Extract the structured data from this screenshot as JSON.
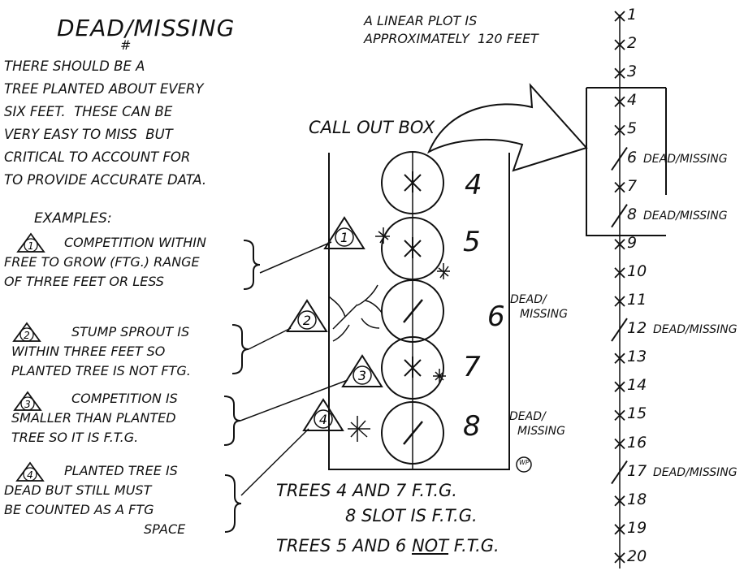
{
  "title": "DEAD/MISSING",
  "title_mark": "#",
  "intro_lines": [
    "THERE SHOULD BE A",
    "TREE PLANTED ABOUT EVERY",
    "SIX FEET.  THESE CAN BE",
    "VERY EASY TO MISS  BUT",
    "CRITICAL TO ACCOUNT FOR",
    "TO PROVIDE ACCURATE DATA."
  ],
  "linear_note_lines": [
    "A LINEAR PLOT IS",
    "APPROXIMATELY  120 FEET"
  ],
  "callout_label": "CALL OUT BOX",
  "examples_heading": "EXAMPLES:",
  "examples": [
    {
      "num": "1",
      "lines": [
        "COMPETITION WITHIN",
        "FREE TO GROW (FTG.) RANGE",
        "OF THREE FEET OR LESS"
      ]
    },
    {
      "num": "2",
      "lines": [
        "STUMP SPROUT IS",
        "WITHIN THREE FEET SO",
        "PLANTED TREE IS NOT FTG."
      ]
    },
    {
      "num": "3",
      "lines": [
        "COMPETITION IS",
        "SMALLER THAN PLANTED",
        "TREE SO IT IS F.T.G."
      ]
    },
    {
      "num": "4",
      "lines": [
        "PLANTED TREE IS",
        "DEAD BUT STILL MUST",
        "BE COUNTED AS A FTG",
        "SPACE"
      ]
    }
  ],
  "slot_numbers": [
    "4",
    "5",
    "6",
    "7",
    "8"
  ],
  "slot_dead_label": [
    "DEAD/",
    "MISSING"
  ],
  "summary": {
    "line1": "TREES  4 AND 7  F.T.G.",
    "line2": "8 SLOT IS F.T.G.",
    "line3_a": "TREES  5 AND 6 ",
    "line3_not": "NOT",
    "line3_b": " F.T.G."
  },
  "initials": "WP",
  "linear_plot": {
    "positions": [
      "1",
      "2",
      "3",
      "4",
      "5",
      "6",
      "7",
      "8",
      "9",
      "10",
      "11",
      "12",
      "13",
      "14",
      "15",
      "16",
      "17",
      "18",
      "19",
      "20"
    ],
    "dead_missing": [
      "6",
      "8",
      "12",
      "17"
    ],
    "dead_label": "DEAD/MISSING"
  }
}
